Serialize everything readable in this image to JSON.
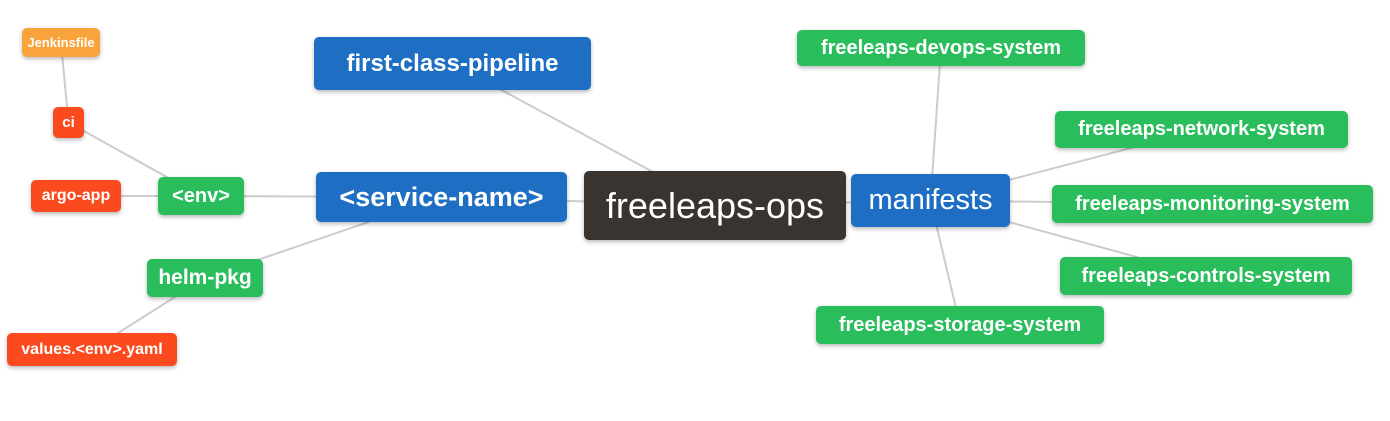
{
  "diagram": {
    "type": "mind-map"
  },
  "colors": {
    "orange": "#f8a33c",
    "red": "#fb4a1e",
    "green": "#2abd5c",
    "blue": "#1e6ec3",
    "dark": "#3a3431",
    "edge": "#cccccc",
    "text": "#ffffff",
    "background": "#ffffff"
  },
  "nodes": [
    {
      "id": "jenkinsfile",
      "label": "Jenkinsfile",
      "color": "orange"
    },
    {
      "id": "ci",
      "label": "ci",
      "color": "red"
    },
    {
      "id": "argo-app",
      "label": "argo-app",
      "color": "red"
    },
    {
      "id": "env",
      "label": "<env>",
      "color": "green"
    },
    {
      "id": "service-name",
      "label": "<service-name>",
      "color": "blue"
    },
    {
      "id": "first-class-pipeline",
      "label": "first-class-pipeline",
      "color": "blue"
    },
    {
      "id": "freeleaps-ops",
      "label": "freeleaps-ops",
      "color": "dark"
    },
    {
      "id": "manifests",
      "label": "manifests",
      "color": "blue"
    },
    {
      "id": "devops",
      "label": "freeleaps-devops-system",
      "color": "green"
    },
    {
      "id": "network",
      "label": "freeleaps-network-system",
      "color": "green"
    },
    {
      "id": "monitoring",
      "label": "freeleaps-monitoring-system",
      "color": "green"
    },
    {
      "id": "controls",
      "label": "freeleaps-controls-system",
      "color": "green"
    },
    {
      "id": "storage",
      "label": "freeleaps-storage-system",
      "color": "green"
    },
    {
      "id": "helm-pkg",
      "label": "helm-pkg",
      "color": "green"
    },
    {
      "id": "values-env-yaml",
      "label": "values.<env>.yaml",
      "color": "red"
    }
  ],
  "edges": [
    {
      "from": "jenkinsfile",
      "to": "ci"
    },
    {
      "from": "ci",
      "to": "env"
    },
    {
      "from": "argo-app",
      "to": "env"
    },
    {
      "from": "env",
      "to": "service-name"
    },
    {
      "from": "helm-pkg",
      "to": "service-name"
    },
    {
      "from": "values-env-yaml",
      "to": "helm-pkg"
    },
    {
      "from": "first-class-pipeline",
      "to": "freeleaps-ops"
    },
    {
      "from": "service-name",
      "to": "freeleaps-ops"
    },
    {
      "from": "freeleaps-ops",
      "to": "manifests"
    },
    {
      "from": "manifests",
      "to": "devops"
    },
    {
      "from": "manifests",
      "to": "network"
    },
    {
      "from": "manifests",
      "to": "monitoring"
    },
    {
      "from": "manifests",
      "to": "controls"
    },
    {
      "from": "manifests",
      "to": "storage"
    }
  ]
}
